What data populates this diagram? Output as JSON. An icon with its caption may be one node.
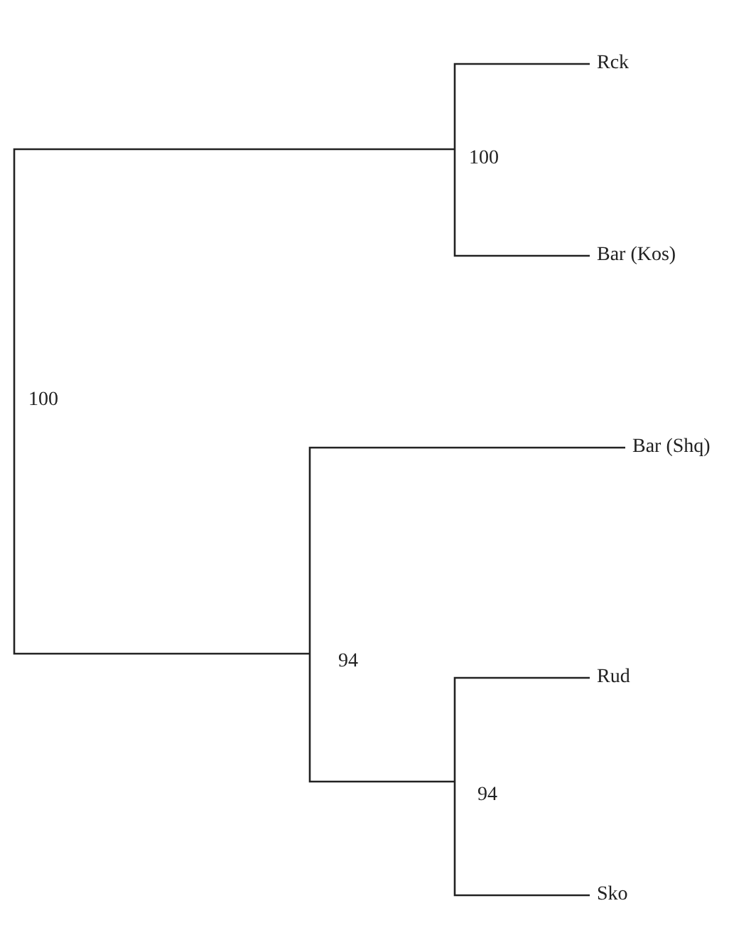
{
  "diagram": {
    "nodes": [
      {
        "text": [
          "100"
        ]
      },
      {
        "text": [
          "100"
        ]
      },
      {
        "text": [
          "Rck"
        ]
      },
      {
        "text": [
          "Bar (Kos)"
        ]
      },
      {
        "text": [
          "94"
        ]
      },
      {
        "text": [
          "Bar (Shq)"
        ]
      },
      {
        "text": [
          "94"
        ]
      },
      {
        "text": [
          "Rud"
        ]
      },
      {
        "text": [
          "Sko"
        ]
      }
    ],
    "edges": [
      {
        "from": 0,
        "to": 1,
        "arrow": "none"
      },
      {
        "from": 0,
        "to": 4,
        "arrow": "none"
      },
      {
        "from": 1,
        "to": 2,
        "arrow": "none"
      },
      {
        "from": 1,
        "to": 3,
        "arrow": "none"
      },
      {
        "from": 4,
        "to": 5,
        "arrow": "none"
      },
      {
        "from": 4,
        "to": 6,
        "arrow": "none"
      },
      {
        "from": 6,
        "to": 7,
        "arrow": "none"
      },
      {
        "from": 6,
        "to": 8,
        "arrow": "none"
      }
    ]
  }
}
